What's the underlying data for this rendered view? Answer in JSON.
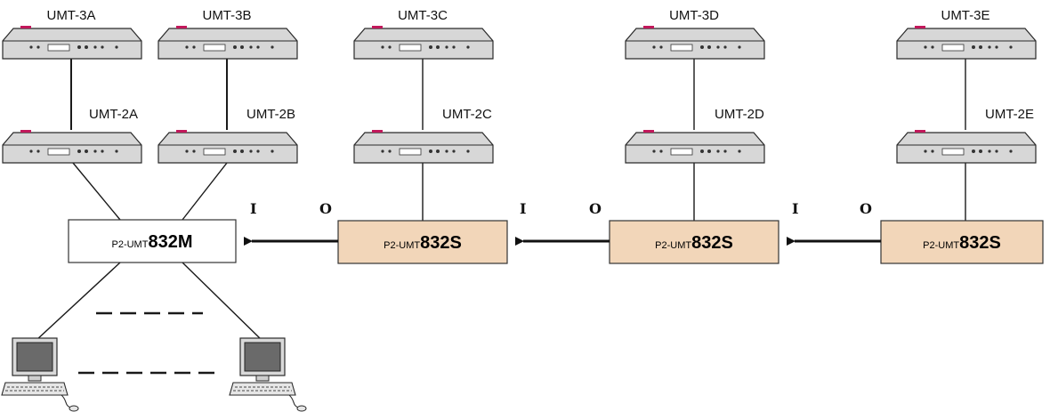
{
  "devices_top": [
    "UMT-3A",
    "UMT-3B",
    "UMT-3C",
    "UMT-3D",
    "UMT-3E"
  ],
  "devices_mid": [
    "UMT-2A",
    "UMT-2B",
    "UMT-2C",
    "UMT-2D",
    "UMT-2E"
  ],
  "port_labels": {
    "in": "I",
    "out": "O"
  },
  "switches": [
    {
      "prefix": "P2-UMT",
      "model": "832M"
    },
    {
      "prefix": "P2-UMT",
      "model": "832S"
    },
    {
      "prefix": "P2-UMT",
      "model": "832S"
    },
    {
      "prefix": "P2-UMT",
      "model": "832S"
    }
  ],
  "colors": {
    "master_fill": "#ffffff",
    "slave_fill": "#f2d6b9"
  },
  "icons": [
    "umt-console-device-icon",
    "computer-workstation-icon",
    "arrow-left-icon"
  ]
}
